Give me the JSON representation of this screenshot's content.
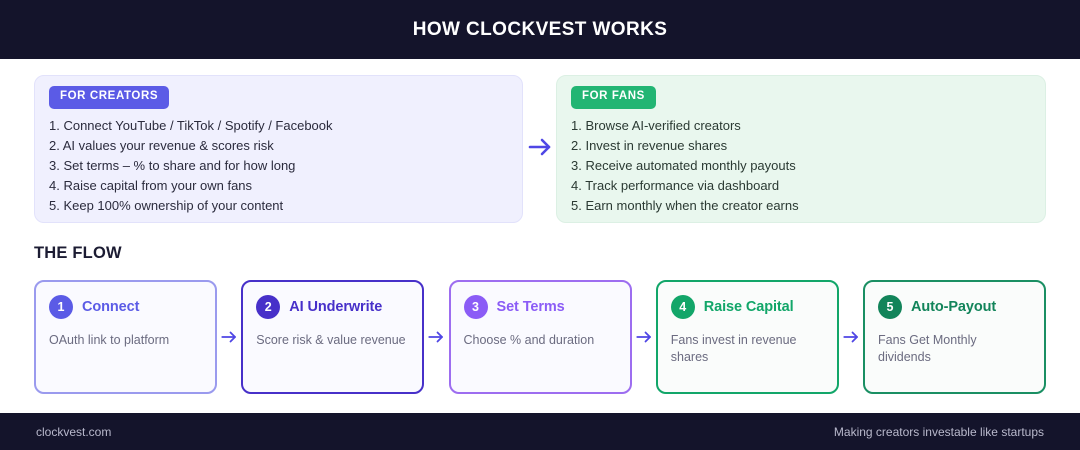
{
  "header": {
    "title": "HOW CLOCKVEST WORKS",
    "background": "#14142b"
  },
  "creators_panel": {
    "badge": "FOR CREATORS",
    "badge_color": "#5b5be6",
    "background": "#f0f0fe",
    "items": [
      "1. Connect YouTube / TikTok / Spotify / Facebook",
      "2. AI values your revenue & scores risk",
      "3. Set terms – % to share and for how long",
      "4. Raise capital from your own fans",
      "5. Keep 100% ownership of your content"
    ]
  },
  "fans_panel": {
    "badge": "FOR FANS",
    "badge_color": "#22b573",
    "background": "#e9f7ee",
    "items": [
      "1. Browse AI-verified creators",
      "2. Invest in revenue shares",
      "3. Receive automated monthly payouts",
      "4. Track performance via dashboard",
      "5. Earn monthly when the creator earns"
    ]
  },
  "panel_arrow": {
    "icon": "arrow-right-icon",
    "color": "#4f46e5"
  },
  "flow": {
    "heading": "THE FLOW",
    "arrow_icon": "arrow-right-icon",
    "arrow_color": "#4f46e5",
    "steps": [
      {
        "number": "1",
        "title": "Connect",
        "desc": "OAuth link to platform",
        "accent": "#5b5be6",
        "border": "#9a9aee"
      },
      {
        "number": "2",
        "title": "AI Underwrite",
        "desc": "Score risk & value revenue",
        "accent": "#4730c9",
        "border": "#4730c9"
      },
      {
        "number": "3",
        "title": "Set Terms",
        "desc": "Choose % and duration",
        "accent": "#8b5cf6",
        "border": "#9d6df0"
      },
      {
        "number": "4",
        "title": "Raise Capital",
        "desc": "Fans invest in revenue shares",
        "accent": "#12a669",
        "border": "#12a669"
      },
      {
        "number": "5",
        "title": "Auto-Payout",
        "desc": "Fans Get Monthly dividends",
        "accent": "#12845a",
        "border": "#1a8f63"
      }
    ]
  },
  "footer": {
    "left": "clockvest.com",
    "right": "Making creators investable like startups",
    "background": "#14142b"
  }
}
